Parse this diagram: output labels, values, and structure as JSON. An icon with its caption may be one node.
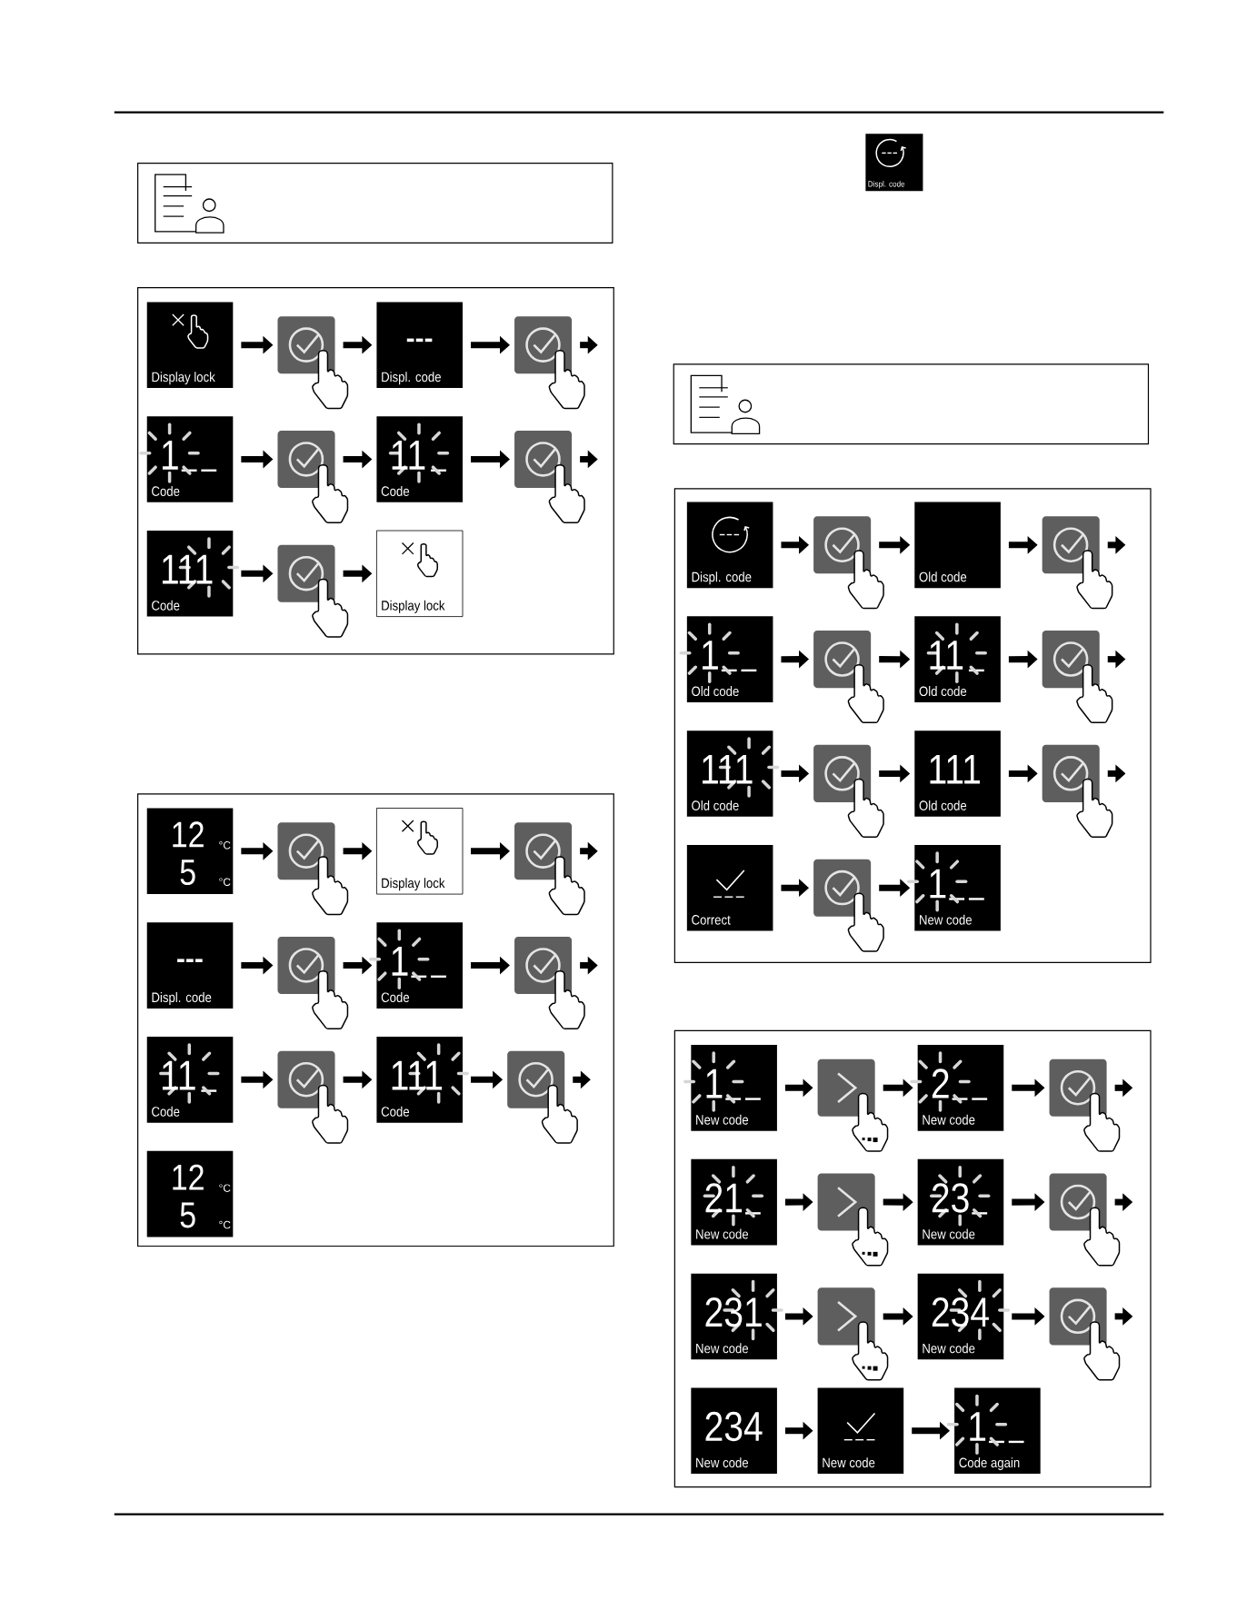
{
  "diagram": {
    "nodes": [
      {
        "text": [],
        "shape": "box"
      },
      {
        "text": [
          "Display lock"
        ],
        "in": 0
      },
      {
        "text": [],
        "shape": "box",
        "in": 0
      },
      {
        "text": [
          "---",
          "Displ. code"
        ],
        "in": 0
      },
      {
        "text": [],
        "shape": "box",
        "in": 0
      },
      {
        "text": [
          "1",
          "Code"
        ],
        "in": 0
      },
      {
        "text": [],
        "shape": "box",
        "in": 0
      },
      {
        "text": [
          "11",
          "Code"
        ],
        "in": 0
      },
      {
        "text": [],
        "shape": "box",
        "in": 0
      },
      {
        "text": [
          "111",
          "Code"
        ],
        "in": 0
      },
      {
        "text": [],
        "shape": "box",
        "in": 0
      },
      {
        "text": [
          "Display lock"
        ],
        "in": 0
      },
      {
        "text": [],
        "shape": "box"
      },
      {
        "text": [
          "12",
          "°C",
          "5",
          "°C"
        ],
        "in": 12
      },
      {
        "text": [],
        "shape": "box",
        "in": 12
      },
      {
        "text": [
          "Display lock"
        ],
        "in": 12
      },
      {
        "text": [],
        "shape": "box",
        "in": 12
      },
      {
        "text": [
          "---",
          "Displ. code"
        ],
        "in": 12
      },
      {
        "text": [],
        "shape": "box",
        "in": 12
      },
      {
        "text": [
          "1",
          "Code"
        ],
        "in": 12
      },
      {
        "text": [],
        "shape": "box",
        "in": 12
      },
      {
        "text": [
          "11",
          "Code"
        ],
        "in": 12
      },
      {
        "text": [],
        "shape": "box",
        "in": 12
      },
      {
        "text": [
          "111",
          "Code"
        ],
        "in": 12
      },
      {
        "text": [],
        "shape": "box",
        "in": 12
      },
      {
        "text": [
          "12",
          "°C",
          "5",
          "°C"
        ],
        "in": 12
      },
      {
        "text": [
          "Displ. code"
        ]
      },
      {
        "text": [],
        "shape": "box"
      },
      {
        "text": [
          "Displ. code"
        ],
        "in": 27
      },
      {
        "text": [],
        "shape": "box",
        "in": 27
      },
      {
        "text": [
          "Old code"
        ],
        "in": 27
      },
      {
        "text": [],
        "shape": "box",
        "in": 27
      },
      {
        "text": [
          "1",
          "Old code"
        ],
        "in": 27
      },
      {
        "text": [],
        "shape": "box",
        "in": 27
      },
      {
        "text": [
          "11",
          "Old code"
        ],
        "in": 27
      },
      {
        "text": [],
        "shape": "box",
        "in": 27
      },
      {
        "text": [
          "111",
          "Old code"
        ],
        "in": 27
      },
      {
        "text": [],
        "shape": "box",
        "in": 27
      },
      {
        "text": [
          "111",
          "Old code"
        ],
        "in": 27
      },
      {
        "text": [],
        "shape": "box",
        "in": 27
      },
      {
        "text": [
          "Correct"
        ],
        "in": 27
      },
      {
        "text": [],
        "shape": "box",
        "in": 27
      },
      {
        "text": [
          "1",
          "New code"
        ],
        "in": 27
      },
      {
        "text": [],
        "shape": "box"
      },
      {
        "text": [
          "1",
          "New code"
        ],
        "in": 43
      },
      {
        "text": [],
        "shape": "box",
        "in": 43
      },
      {
        "text": [
          "2",
          "New code"
        ],
        "in": 43
      },
      {
        "text": [],
        "shape": "box",
        "in": 43
      },
      {
        "text": [
          "21",
          "New code"
        ],
        "in": 43
      },
      {
        "text": [],
        "shape": "box",
        "in": 43
      },
      {
        "text": [
          "23",
          "New code"
        ],
        "in": 43
      },
      {
        "text": [],
        "shape": "box",
        "in": 43
      },
      {
        "text": [
          "231",
          "New code"
        ],
        "in": 43
      },
      {
        "text": [],
        "shape": "box",
        "in": 43
      },
      {
        "text": [
          "234",
          "New code"
        ],
        "in": 43
      },
      {
        "text": [],
        "shape": "box",
        "in": 43
      },
      {
        "text": [
          "234",
          "New code"
        ],
        "in": 43
      },
      {
        "text": [
          "New code"
        ],
        "in": 43
      },
      {
        "text": [
          "1",
          "Code again"
        ],
        "in": 43
      }
    ],
    "edges": [
      {
        "from": 1,
        "to": 2,
        "arrow": "to"
      },
      {
        "from": 2,
        "to": 3,
        "arrow": "to"
      },
      {
        "from": 3,
        "to": 4,
        "arrow": "to"
      },
      {
        "from": 4,
        "to": null,
        "arrow": "to"
      },
      {
        "from": 5,
        "to": 6,
        "arrow": "to"
      },
      {
        "from": 6,
        "to": 7,
        "arrow": "to"
      },
      {
        "from": 7,
        "to": 8,
        "arrow": "to"
      },
      {
        "from": 8,
        "to": null,
        "arrow": "to"
      },
      {
        "from": 9,
        "to": 10,
        "arrow": "to"
      },
      {
        "from": 10,
        "to": 11,
        "arrow": "to"
      },
      {
        "from": 13,
        "to": 14,
        "arrow": "to"
      },
      {
        "from": 14,
        "to": 15,
        "arrow": "to"
      },
      {
        "from": 15,
        "to": 16,
        "arrow": "to"
      },
      {
        "from": 16,
        "to": null,
        "arrow": "to"
      },
      {
        "from": 17,
        "to": 18,
        "arrow": "to"
      },
      {
        "from": 18,
        "to": 19,
        "arrow": "to"
      },
      {
        "from": 19,
        "to": 20,
        "arrow": "to"
      },
      {
        "from": 20,
        "to": null,
        "arrow": "to"
      },
      {
        "from": 21,
        "to": 22,
        "arrow": "to"
      },
      {
        "from": 22,
        "to": 23,
        "arrow": "to"
      },
      {
        "from": 23,
        "to": 24,
        "arrow": "to"
      },
      {
        "from": 24,
        "to": null,
        "arrow": "to"
      },
      {
        "from": 28,
        "to": 29,
        "arrow": "to"
      },
      {
        "from": 29,
        "to": 30,
        "arrow": "to"
      },
      {
        "from": 30,
        "to": 31,
        "arrow": "to"
      },
      {
        "from": 31,
        "to": null,
        "arrow": "to"
      },
      {
        "from": 32,
        "to": 33,
        "arrow": "to"
      },
      {
        "from": 33,
        "to": 34,
        "arrow": "to"
      },
      {
        "from": 34,
        "to": 35,
        "arrow": "to"
      },
      {
        "from": 35,
        "to": null,
        "arrow": "to"
      },
      {
        "from": 36,
        "to": 37,
        "arrow": "to"
      },
      {
        "from": 37,
        "to": 38,
        "arrow": "to"
      },
      {
        "from": 38,
        "to": 39,
        "arrow": "to"
      },
      {
        "from": 39,
        "to": null,
        "arrow": "to"
      },
      {
        "from": 40,
        "to": 41,
        "arrow": "to"
      },
      {
        "from": 41,
        "to": 42,
        "arrow": "to"
      },
      {
        "from": 44,
        "to": 45,
        "arrow": "to"
      },
      {
        "from": 45,
        "to": 46,
        "arrow": "to"
      },
      {
        "from": 46,
        "to": 47,
        "arrow": "to"
      },
      {
        "from": 47,
        "to": null,
        "arrow": "to"
      },
      {
        "from": 48,
        "to": 49,
        "arrow": "to"
      },
      {
        "from": 49,
        "to": 50,
        "arrow": "to"
      },
      {
        "from": 50,
        "to": 51,
        "arrow": "to"
      },
      {
        "from": 51,
        "to": null,
        "arrow": "to"
      },
      {
        "from": 52,
        "to": 53,
        "arrow": "to"
      },
      {
        "from": 53,
        "to": 54,
        "arrow": "to"
      },
      {
        "from": 54,
        "to": 55,
        "arrow": "to"
      },
      {
        "from": 55,
        "to": null,
        "arrow": "to"
      },
      {
        "from": 56,
        "to": 57,
        "arrow": "to"
      },
      {
        "from": 57,
        "to": 58,
        "arrow": "to"
      }
    ]
  }
}
